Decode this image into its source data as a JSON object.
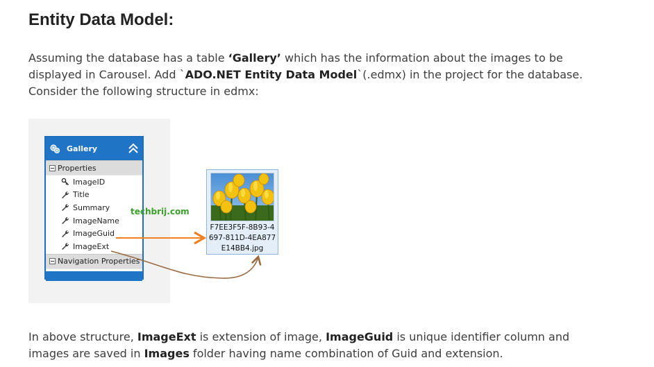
{
  "heading": "Entity Data Model:",
  "intro": {
    "t1": "Assuming the database has a table ",
    "b1": "‘Gallery’",
    "t2": " which has the information about the images to be displayed in Carousel. Add `",
    "b2": "ADO.NET Entity Data Model",
    "t3": "`(.edmx) in the project for the database. Consider the following structure in edmx:"
  },
  "diagram": {
    "entity_title": "Gallery",
    "properties_label": "Properties",
    "properties": [
      {
        "name": "ImageID",
        "icon": "key-icon"
      },
      {
        "name": "Title",
        "icon": "wrench-icon"
      },
      {
        "name": "Summary",
        "icon": "wrench-icon"
      },
      {
        "name": "ImageName",
        "icon": "wrench-icon"
      },
      {
        "name": "ImageGuid",
        "icon": "wrench-icon"
      },
      {
        "name": "ImageExt",
        "icon": "wrench-icon"
      }
    ],
    "navigation_label": "Navigation Properties",
    "watermark": "techbrij.com",
    "file_name": "F7EE3F5F-8B93-4697-811D-4EA877E14BB4.jpg",
    "colors": {
      "entity_blue": "#1f74c6",
      "guid_arrow": "#f08020",
      "ext_arrow": "#9a6a40",
      "watermark": "#3aa02a"
    }
  },
  "summary": {
    "t1": "In above structure, ",
    "b1": "ImageExt",
    "t2": " is extension of image, ",
    "b2": "ImageGuid",
    "t3": " is unique identifier column and images are saved in ",
    "b3": "Images",
    "t4": " folder having name combination of Guid and extension."
  }
}
